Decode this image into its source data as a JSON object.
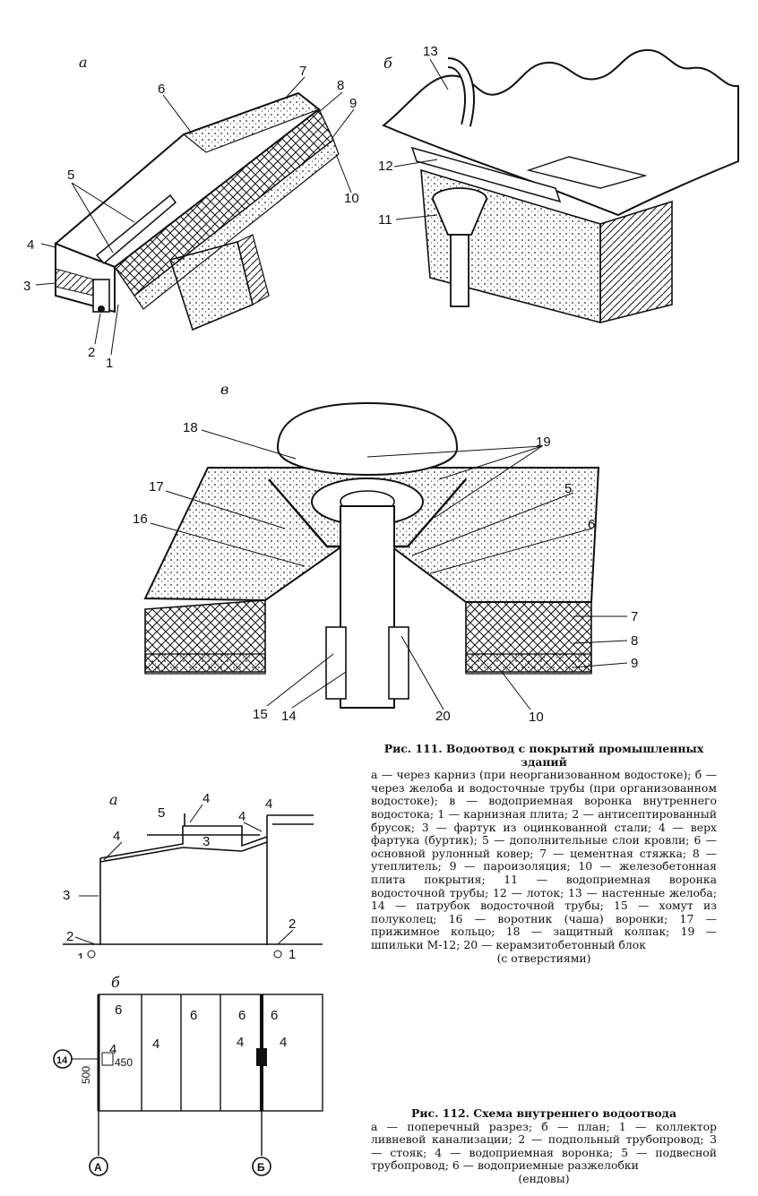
{
  "fig111": {
    "panel_a": {
      "letter": "а",
      "labels": [
        "1",
        "2",
        "3",
        "4",
        "5",
        "6",
        "7",
        "8",
        "9",
        "10"
      ]
    },
    "panel_b": {
      "letter": "б",
      "labels": [
        "11",
        "12",
        "13"
      ]
    },
    "panel_v": {
      "letter": "в",
      "labels": [
        "5",
        "6",
        "7",
        "8",
        "9",
        "10",
        "14",
        "15",
        "16",
        "17",
        "18",
        "19",
        "20"
      ]
    },
    "caption": {
      "title": "Рис. 111. Водоотвод с покрытий промышленных зданий",
      "body": "а — через карниз (при неорганизованном водостоке); б — через желоба и водосточные трубы (при организованном водостоке); в — водоприемная воронка внутреннего водостока; 1 — карнизная плита; 2 — антисептированный брусок; 3 — фартук из оцинкованной стали; 4 — верх фартука (буртик); 5 — дополнительные слои кровли; 6 — основной рулонный ковер; 7 — цементная стяжка; 8 — утеплитель; 9 — пароизоляция; 10 — железобетонная плита покрытия; 11 — водоприемная воронка водосточной трубы; 12 — лоток; 13 — настенные желоба; 14 — патрубок водосточной трубы; 15 — хомут из полуколец; 16 — воротник (чаша) воронки; 17 — прижимное кольцо; 18 — защитный колпак; 19 — шпильки М-12; 20 — керамзитобетонный блок",
      "tail": "(с отверстиями)"
    }
  },
  "fig112": {
    "section_a": {
      "letter": "а",
      "labels": [
        "1",
        "2",
        "3",
        "4",
        "5"
      ]
    },
    "plan_b": {
      "letter": "б",
      "labels": [
        "4",
        "6"
      ],
      "dims": [
        "450",
        "500"
      ],
      "axis_markers": [
        "14",
        "А",
        "Б"
      ]
    },
    "caption": {
      "title": "Рис. 112. Схема внутреннего водоотвода",
      "body": "а — поперечный разрез; б — план; 1 — коллектор ливневой канализации; 2 — подпольный трубопровод; 3 — стояк; 4 — водоприемная воронка; 5 — подвесной трубопровод; 6 — водоприемные разжелобки",
      "tail": "(ендовы)"
    }
  }
}
